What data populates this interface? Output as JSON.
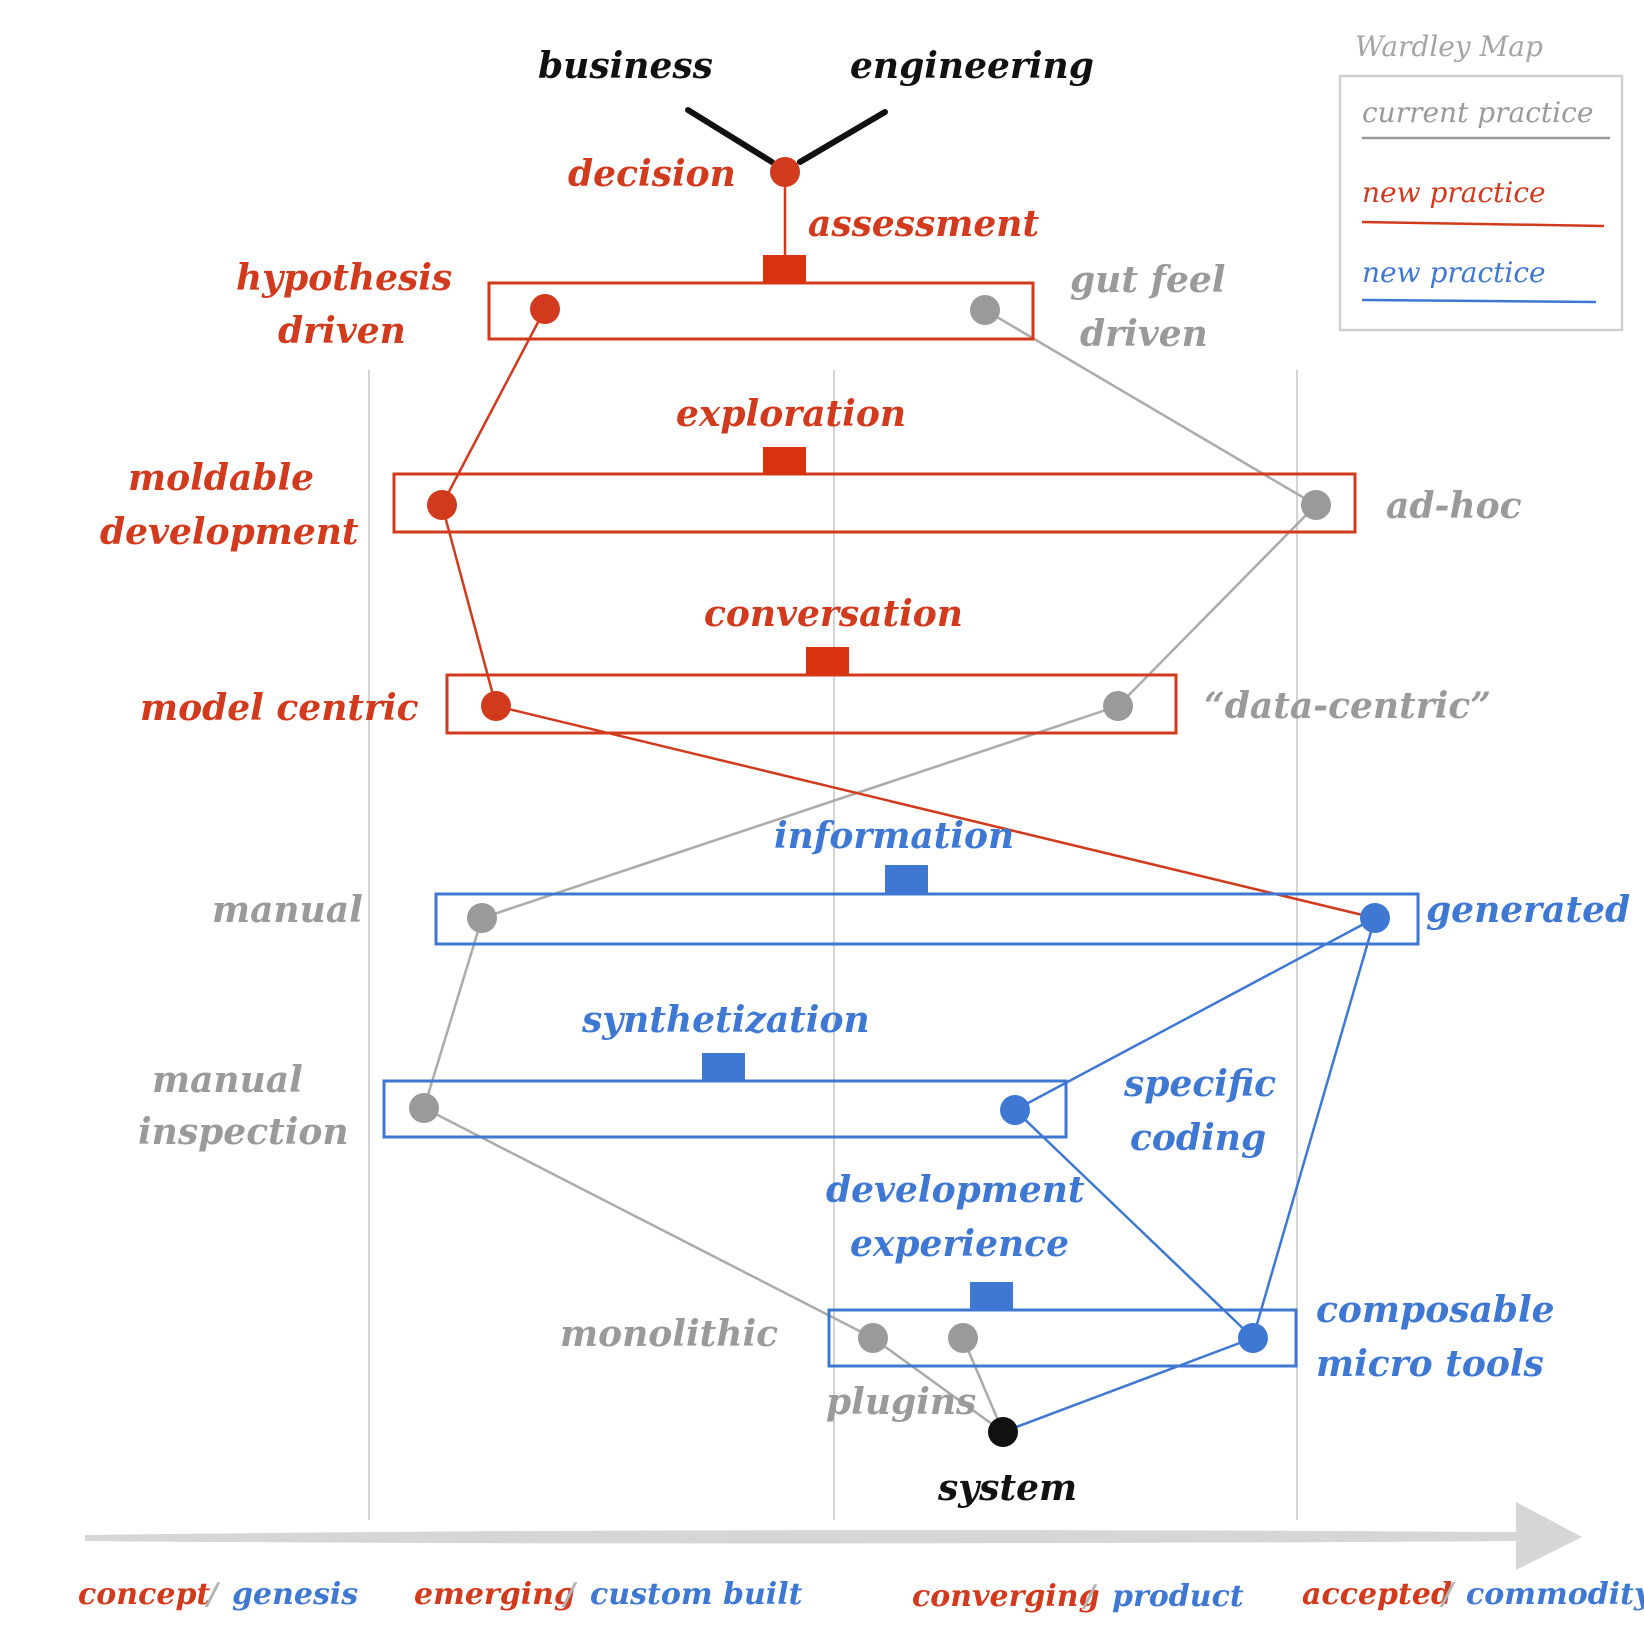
{
  "colors": {
    "red": "#d23a1e",
    "blue": "#3f78d2",
    "gray": "#9a9a9a",
    "black": "#111111"
  },
  "legend": {
    "title": "Wardley Map",
    "items": [
      {
        "label": "current practice",
        "color": "#9a9a9a"
      },
      {
        "label": "new practice",
        "color": "#d23a1e"
      },
      {
        "label": "new practice",
        "color": "#3f78d2"
      }
    ]
  },
  "top_labels": {
    "left": "business",
    "right": "engineering"
  },
  "nodes": {
    "decision": "decision",
    "hypothesis": [
      "hypothesis",
      "driven"
    ],
    "gut_feel": [
      "gut feel",
      "driven"
    ],
    "moldable": [
      "moldable",
      "development"
    ],
    "ad_hoc": "ad-hoc",
    "model_centric": "model centric",
    "data_centric": "“data-centric”",
    "manual": "manual",
    "generated": "generated",
    "manual_inspection": [
      "manual",
      "inspection"
    ],
    "specific_coding": [
      "specific",
      "coding"
    ],
    "monolithic": "monolithic",
    "plugins": "plugins",
    "composable": [
      "composable",
      "micro tools"
    ],
    "system": "system"
  },
  "capabilities": {
    "assessment": "assessment",
    "exploration": "exploration",
    "conversation": "conversation",
    "information": "information",
    "synthetization": "synthetization",
    "development_experience": [
      "development",
      "experience"
    ]
  },
  "axis": {
    "stages": [
      {
        "first": "concept",
        "second": "genesis"
      },
      {
        "first": "emerging",
        "second": "custom built"
      },
      {
        "first": "converging",
        "second": "product"
      },
      {
        "first": "accepted",
        "second": "commodity"
      }
    ],
    "separator": "/"
  }
}
